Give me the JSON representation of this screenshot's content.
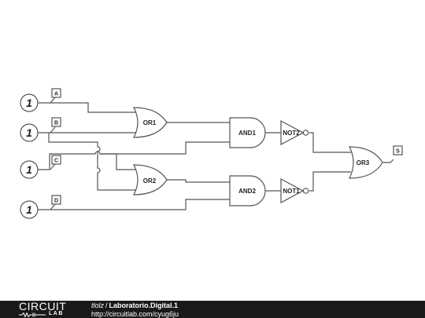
{
  "circuit": {
    "sources": [
      {
        "value": "1",
        "label": "A"
      },
      {
        "value": "1",
        "label": "B"
      },
      {
        "value": "1",
        "label": "C"
      },
      {
        "value": "1",
        "label": "D"
      }
    ],
    "gates": {
      "or1": "OR1",
      "or2": "OR2",
      "and1": "AND1",
      "and2": "AND2",
      "not2": "NOT2",
      "not1": "NOT1",
      "or3": "OR3"
    },
    "output_label": "S"
  },
  "footer": {
    "logo_top": "CIRCUIT",
    "logo_bottom": "LAB",
    "username": "tlolz",
    "separator": "/",
    "project_title": "Laboratorio.Digital.1",
    "url": "http://circuitlab.com/cyug6ju"
  },
  "colors": {
    "wire": "#555555",
    "footer_bg": "#1a1a1a",
    "footer_text": "#ffffff"
  }
}
